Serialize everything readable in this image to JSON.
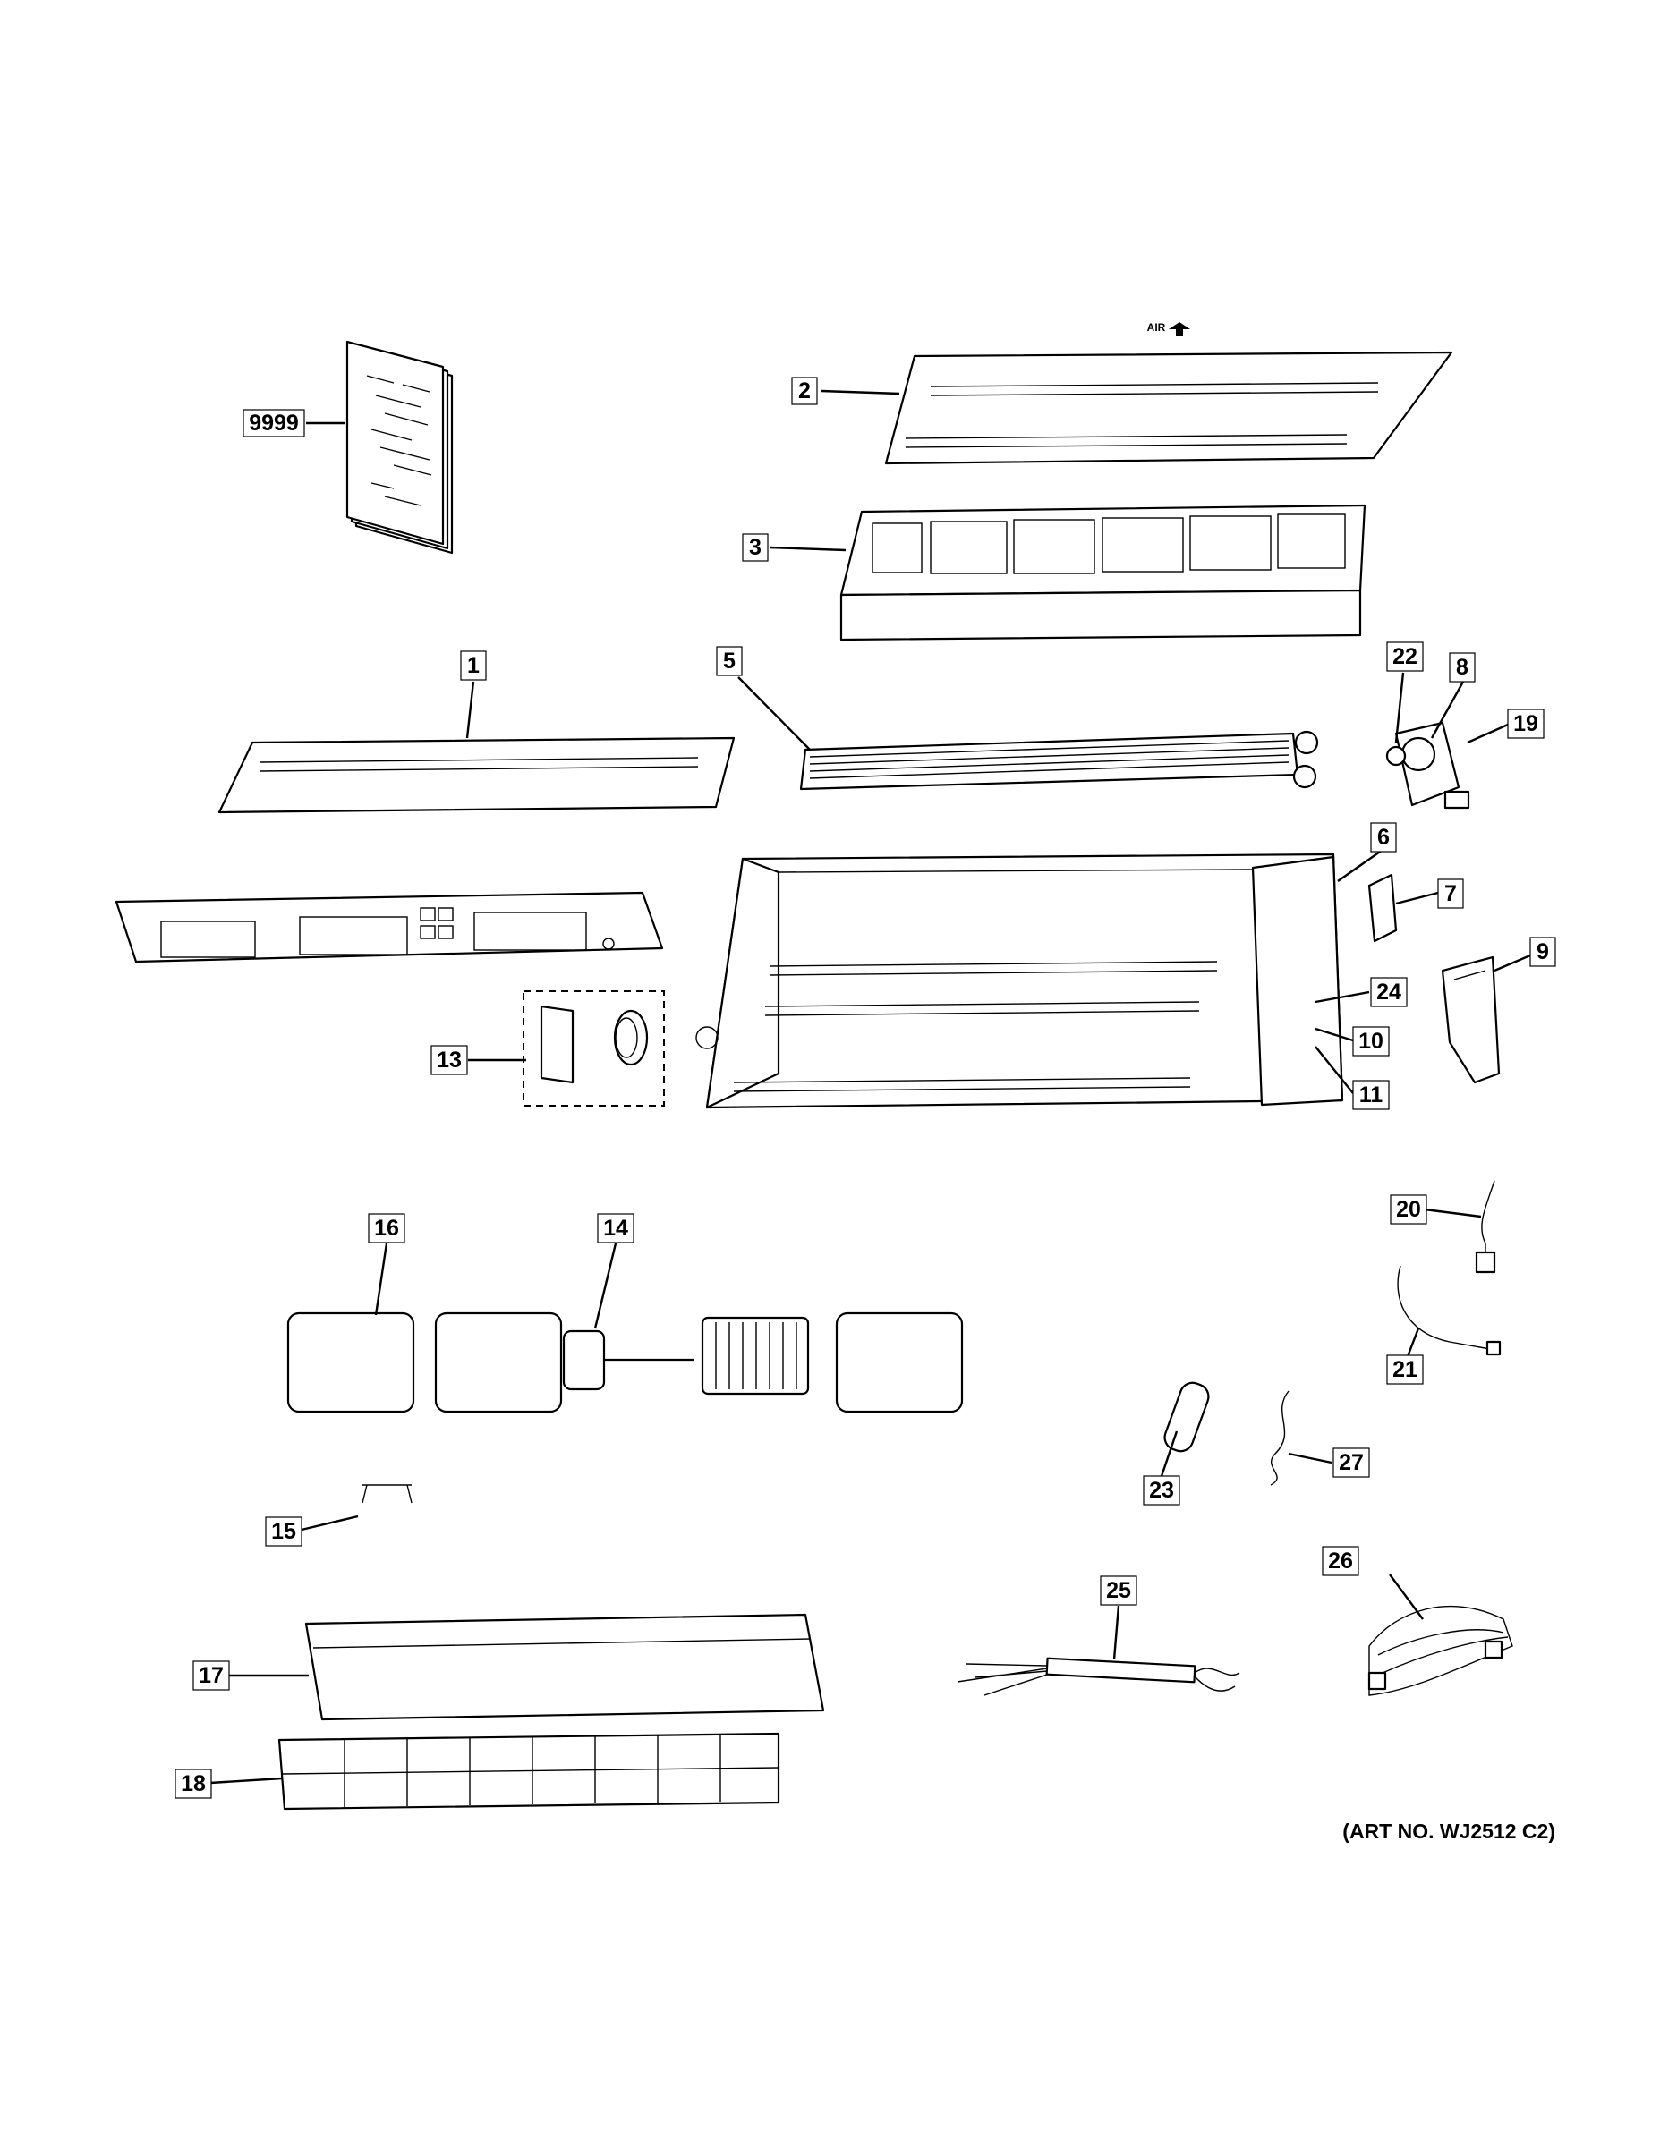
{
  "diagram": {
    "art_number": "(ART NO. WJ2512 C2)",
    "air_arrow_label": "AIR",
    "callouts": [
      {
        "key": "9999",
        "label": "9999"
      },
      {
        "key": "2",
        "label": "2"
      },
      {
        "key": "3",
        "label": "3"
      },
      {
        "key": "1",
        "label": "1"
      },
      {
        "key": "5",
        "label": "5"
      },
      {
        "key": "22",
        "label": "22"
      },
      {
        "key": "8",
        "label": "8"
      },
      {
        "key": "19",
        "label": "19"
      },
      {
        "key": "6",
        "label": "6"
      },
      {
        "key": "7",
        "label": "7"
      },
      {
        "key": "9",
        "label": "9"
      },
      {
        "key": "24",
        "label": "24"
      },
      {
        "key": "10",
        "label": "10"
      },
      {
        "key": "11",
        "label": "11"
      },
      {
        "key": "13",
        "label": "13"
      },
      {
        "key": "16",
        "label": "16"
      },
      {
        "key": "14",
        "label": "14"
      },
      {
        "key": "20",
        "label": "20"
      },
      {
        "key": "21",
        "label": "21"
      },
      {
        "key": "23",
        "label": "23"
      },
      {
        "key": "27",
        "label": "27"
      },
      {
        "key": "15",
        "label": "15"
      },
      {
        "key": "26",
        "label": "26"
      },
      {
        "key": "25",
        "label": "25"
      },
      {
        "key": "17",
        "label": "17"
      },
      {
        "key": "18",
        "label": "18"
      }
    ]
  }
}
